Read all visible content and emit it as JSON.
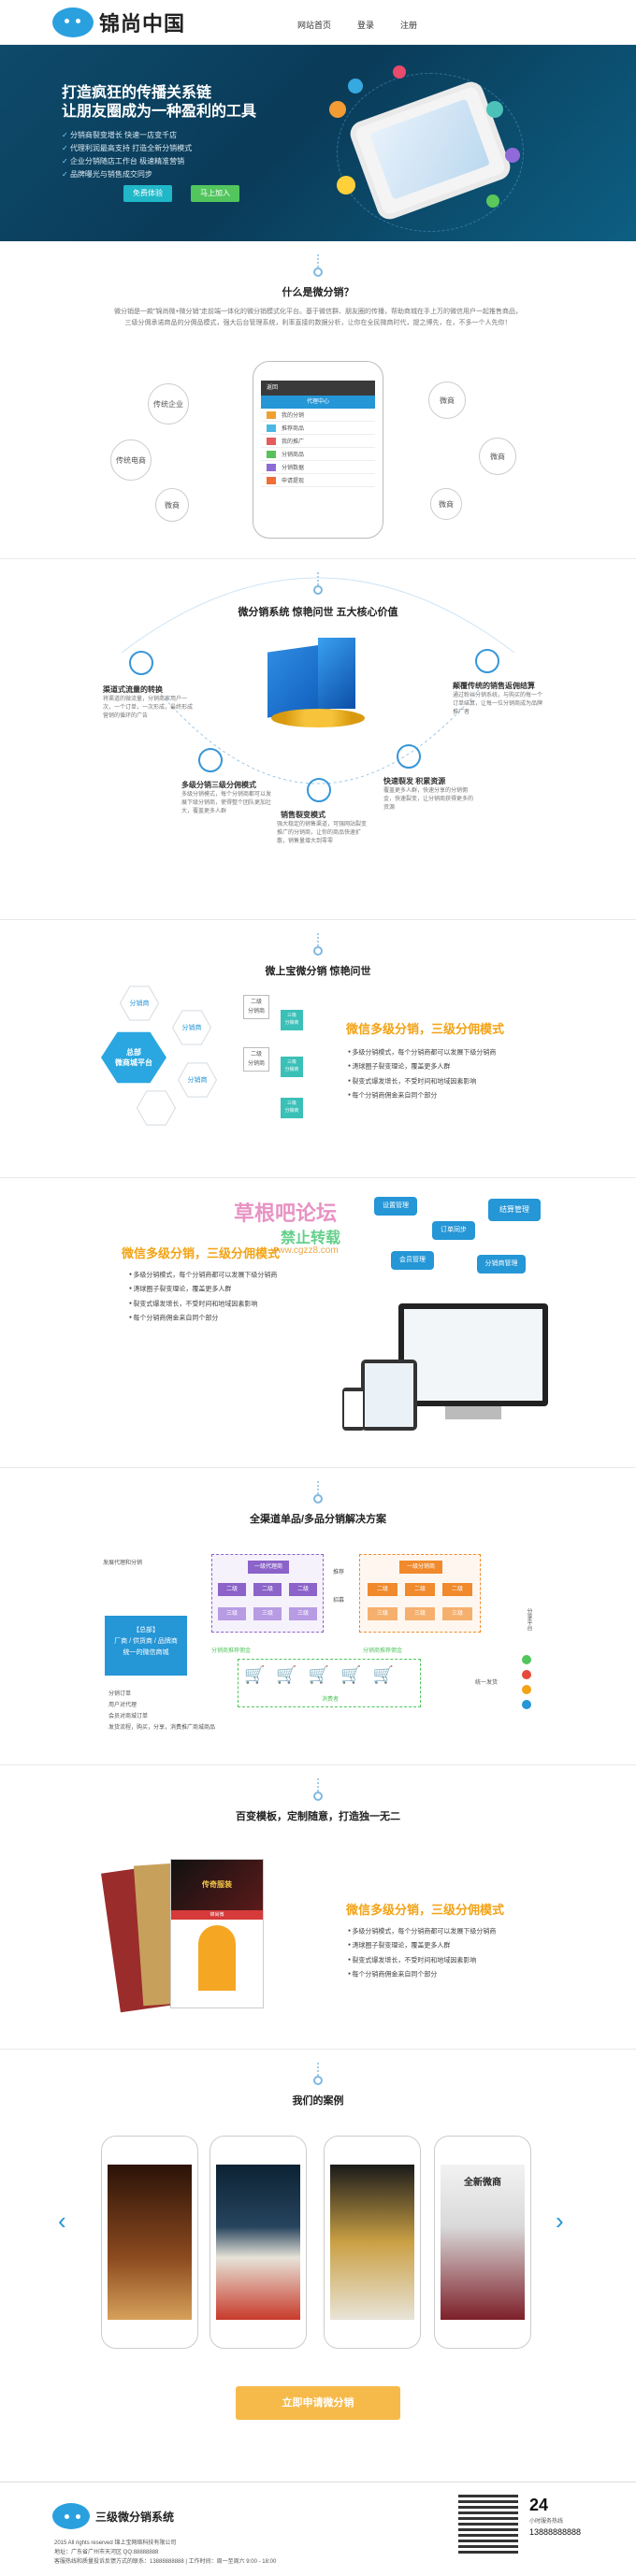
{
  "header": {
    "logo_text": "锦尚中国",
    "nav": [
      "网站首页",
      "登录",
      "注册"
    ]
  },
  "hero": {
    "title_line1": "打造疯狂的传播关系链",
    "title_line2": "让朋友圈成为一种盈利的工具",
    "bullets": [
      "分销商裂变增长 快速一店变千店",
      "代理利润最高支持 打造全新分销模式",
      "企业分销随店工作台 极速精准营销",
      "品牌曝光与销售成交同步"
    ],
    "btn_trial": "免费体验",
    "btn_join": "马上加入"
  },
  "what": {
    "title": "什么是微分销？",
    "desc": "微分销是一款\"锦尚微+微分销\"走前端一体化的微分销模式化平台。基于微信群、朋友圈的传播，帮助商城在手上万的微信用户一起推售商品，三级分佣承诺商品的分佣品模式，强大后台管理系统，利率直接的数据分析，让你在全民微商时代，提之博先，在，不多一个人先你！",
    "bubbles": [
      "传统企业",
      "传统电商",
      "微商",
      "微商",
      "微商",
      "微商"
    ],
    "phone_header": "代理中心",
    "phone_title": "返回",
    "menu": [
      "我的分销",
      "推荐商品",
      "我的推广",
      "分销商品",
      "分销数据",
      "申请提现"
    ]
  },
  "values": {
    "title": "微分销系统 惊艳问世 五大核心价值",
    "items": [
      {
        "title": "渠道式流量的转换",
        "text": "将渠道的微流量，分销商家用户一次，一个订单，一次形成，最终形成营销的循环的广告"
      },
      {
        "title": "多级分销三级分佣模式",
        "text": "多级分销模式，每个分销商都可以发展下级分销商，使得整个团队更加壮大，覆盖更多人群"
      },
      {
        "title": "销售裂变模式",
        "text": "强大稳定的销售渠道，可强网站裂变推广的分销商，让你的商品快速扩散，销售量增大到零零"
      },
      {
        "title": "快速裂发 积累资源",
        "text": "覆盖更多人群，快速分享的分销佣金，快速裂变，让分销商获得更多的资源"
      },
      {
        "title": "颠覆传统的销售返佣结算",
        "text": "通过粉丝分销系统，与购买的每一个订单结算，让每一位分销商成为品牌推广者"
      }
    ]
  },
  "wsb": {
    "title": "微上宝微分销 惊艳问世",
    "center": "总部\n微商城平台",
    "level1": "分销商",
    "level2": [
      "二级\n分销商",
      "二级\n分销商"
    ],
    "level3": [
      "三级\n分销商",
      "三级\n分销商",
      "三级\n分销商"
    ],
    "heading": "微信多级分销，三级分佣模式",
    "bullets": [
      "多级分销模式，每个分销商都可以发展下级分销商",
      "涛球圈子裂变理论，覆盖更多人群",
      "裂变式爆发增长，不受时间和地域因素影响",
      "每个分销商佣金来自同个部分"
    ]
  },
  "multi": {
    "heading": "微信多级分销，三级分佣模式",
    "bullets": [
      "多级分销模式，每个分销商都可以发展下级分销商",
      "涛球圈子裂变理论，覆盖更多人群",
      "裂变式爆发增长，不受时间和地域因素影响",
      "每个分销商佣金来自同个部分"
    ],
    "clouds": [
      "设置管理",
      "订单同步",
      "结算管理",
      "会员管理",
      "分销商管理"
    ],
    "watermark_line1": "草根吧论坛",
    "watermark_line2": "禁止转载",
    "watermark_url": "www.cgzz8.com"
  },
  "channel": {
    "title": "全渠道单品/多品分销解决方案",
    "left_box_title": "【总部】",
    "left_box_text": "厂商 / 供货商 / 品牌商\n统一的微信商城",
    "tier1_label": "一级代理商",
    "tier1_alt": "一级分销商",
    "tier2": [
      "二级",
      "二级",
      "二级"
    ],
    "tier3": [
      "三级",
      "三级",
      "三级"
    ],
    "labels": [
      "发展代理和分销",
      "推荐",
      "招募",
      "分销商推荐佣金",
      "分销商推荐佣金",
      "分销订单",
      "统一发货",
      "用户对代理",
      "会员对商城订单",
      "发货流程，购买，分享，消费推广商城商品"
    ],
    "consumer_label": "消费者",
    "share_label": "分享平台"
  },
  "templates": {
    "title": "百变模板，定制随意，打造独一无二",
    "heading": "微信多级分销，三级分佣模式",
    "bullets": [
      "多级分销模式，每个分销商都可以发展下级分销商",
      "涛球圈子裂变理论，覆盖更多人群",
      "裂变式爆发增长，不受时间和地域因素影响",
      "每个分销商佣金来自同个部分"
    ],
    "shop_name": "锦尚微",
    "poster_text": "传奇服装"
  },
  "cases": {
    "title": "我们的案例",
    "prev": "‹",
    "next": "›",
    "case_labels": [
      "",
      "",
      "",
      "全新微商"
    ]
  },
  "cta": {
    "label": "立即申请微分销"
  },
  "footer": {
    "brand": "三级微分销系统",
    "lines": [
      "2015 All rights reserved  锦上宝网络科技有限公司",
      "地址：广东省广州市天河区  QQ:88888888",
      "客服热线和质量投诉反馈方式的联系：13888888888 | 工作时间：周一至周六 9:00 - 18:00"
    ],
    "hotline_num": "24",
    "hotline_label": "小时服务热线",
    "phone": "13888888888"
  },
  "colors": {
    "accent_blue": "#2596d6",
    "accent_orange": "#f2a316",
    "hero_dark": "#0a3b58",
    "green": "#52c55d"
  }
}
